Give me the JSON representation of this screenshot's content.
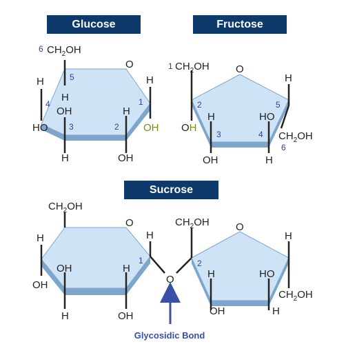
{
  "colors": {
    "banner": "#0e3a6b",
    "ring_fill": "#cfe3f7",
    "ring_edge": "#7ea6cc",
    "bond": "#222222",
    "number": "#2b3fa0",
    "highlight": "#7a8a10",
    "arrow": "#3a4fa8"
  },
  "titles": {
    "glucose": "Glucose",
    "fructose": "Fructose",
    "sucrose": "Sucrose"
  },
  "glucose": {
    "c6_num": "6",
    "c6_group": "CH2OH",
    "ring_o": "O",
    "n5": "5",
    "n4": "4",
    "n3": "3",
    "n2": "2",
    "n1": "1",
    "h5": "H",
    "h4_top": "H",
    "ho4": "HO",
    "oh3_top": "OH",
    "h3_bottom": "H",
    "h2_top": "H",
    "oh2_bottom": "OH",
    "h1_top": "H",
    "oh1": "OH"
  },
  "fructose": {
    "c1_num": "1",
    "c1_group": "CH2OH",
    "ring_o": "O",
    "n2": "2",
    "n3": "3",
    "n4": "4",
    "n5": "5",
    "n6": "6",
    "oh2": "OH",
    "h3_top": "H",
    "oh3_bottom": "OH",
    "ho4_top": "HO",
    "h4_bottom": "H",
    "h5_top": "H",
    "c6_group": "CH2OH"
  },
  "sucrose": {
    "glc_ch2oh": "CH2OH",
    "glc_o": "O",
    "glc_h4": "H",
    "glc_oh4": "OH",
    "glc_oh3": "OH",
    "glc_h3": "H",
    "glc_h2": "H",
    "glc_oh2": "OH",
    "glc_h1": "H",
    "glc_n1": "1",
    "bridge_o": "O",
    "fru_ch2oh_top": "CH2OH",
    "fru_o": "O",
    "fru_n2": "2",
    "fru_h3": "H",
    "fru_oh3": "OH",
    "fru_ho4": "HO",
    "fru_h4": "H",
    "fru_h5": "H",
    "fru_ch2oh_right": "CH2OH"
  },
  "caption": "Glycosidic Bond"
}
